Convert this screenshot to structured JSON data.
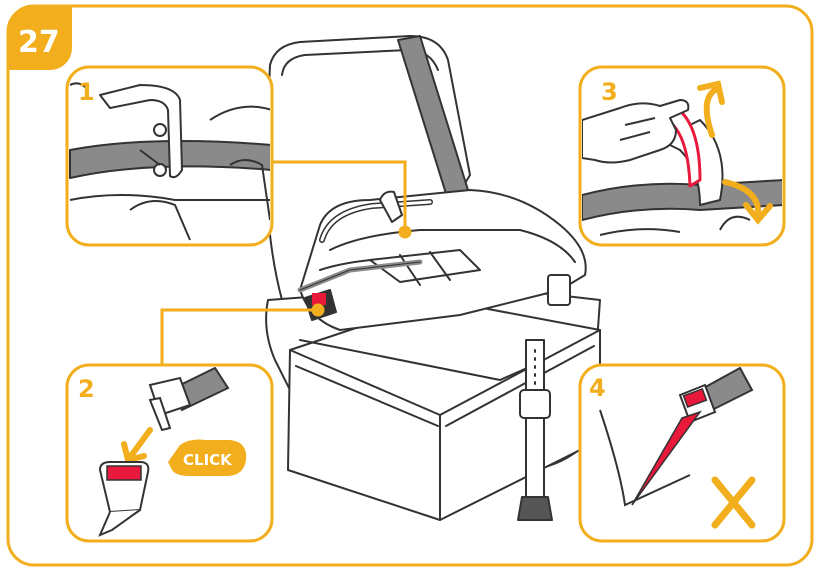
{
  "figure": {
    "number": "27"
  },
  "steps": [
    {
      "label": "1"
    },
    {
      "label": "2"
    },
    {
      "label": "3"
    },
    {
      "label": "4"
    }
  ],
  "callouts": {
    "click": "CLICK"
  },
  "icons": {
    "wrong": "cross-icon",
    "rotate": "curved-arrow-icon",
    "direction": "arrow-down-icon"
  },
  "colors": {
    "accent": "#f2ae1c",
    "buckle_red": "#e8193b",
    "line": "#333333",
    "belt_gray": "#8a8a8a"
  }
}
